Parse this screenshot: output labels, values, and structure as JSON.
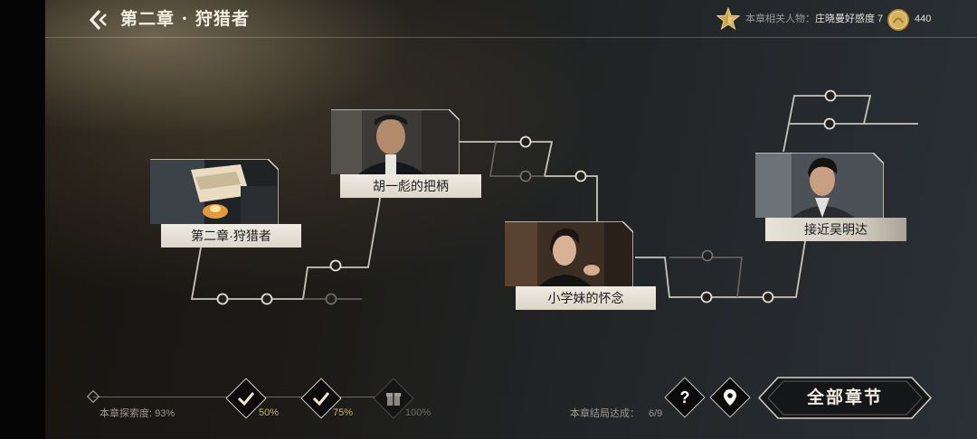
{
  "header": {
    "title": "第二章 · 狩猎者",
    "back_icon": "back-arrow-icon",
    "related_label": "本章相关人物：",
    "related_value": "庄晓曼好感度 7",
    "coins": "440",
    "colors": {
      "accent_gold": "#d4b070",
      "text_light": "#f2ede2"
    }
  },
  "map": {
    "nodes": [
      {
        "label": "第二章·狩猎者",
        "image": "candle-letters-scene"
      },
      {
        "label": "胡一彪的把柄",
        "image": "man-portrait"
      },
      {
        "label": "小学妹的怀念",
        "image": "woman-portrait"
      },
      {
        "label": "接近吴明达",
        "image": "young-man-portrait"
      }
    ]
  },
  "exploration": {
    "label": "本章探索度:",
    "value": "93%",
    "progress_percent": 93,
    "milestones": [
      {
        "percent": "50%",
        "achieved": true,
        "icon": "check-icon"
      },
      {
        "percent": "75%",
        "achieved": true,
        "icon": "check-icon"
      },
      {
        "percent": "100%",
        "achieved": false,
        "icon": "gift-icon"
      }
    ]
  },
  "endings": {
    "label": "本章结局达成：",
    "value": "6/9"
  },
  "buttons": {
    "help_symbol": "?",
    "all_chapters": "全部章节"
  }
}
